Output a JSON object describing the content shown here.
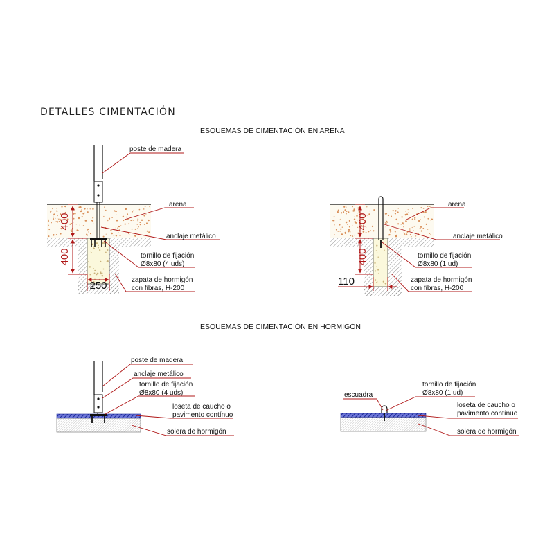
{
  "title": "DETALLES CIMENTACIÓN",
  "sections": {
    "sand": "ESQUEMAS DE CIMENTACIÓN EN ARENA",
    "concrete": "ESQUEMAS DE CIMENTACIÓN EN HORMIGÓN"
  },
  "labels": {
    "poste": "poste de madera",
    "arena": "arena",
    "anclaje": "anclaje metálico",
    "tornillo": "tornillo de fijación",
    "tornillo_4": "Ø8x80 (4 uds)",
    "tornillo_1": "Ø8x80 (1 ud)",
    "zapata_1": "zapata de hormigón",
    "zapata_2": "con fibras, H-200",
    "loseta_1": "loseta de caucho o",
    "loseta_2": "pavimento contínuo",
    "solera": "solera de hormigón",
    "escuadra": "escuadra"
  },
  "dimensions": {
    "depth_sand": "400",
    "depth_footing": "400",
    "width_left": "250",
    "width_right": "110"
  },
  "colors": {
    "dimension": "#b01818",
    "sand_dots": "#d9905a",
    "footing": "#fbf8dc",
    "rubber": "#3a46c8"
  }
}
